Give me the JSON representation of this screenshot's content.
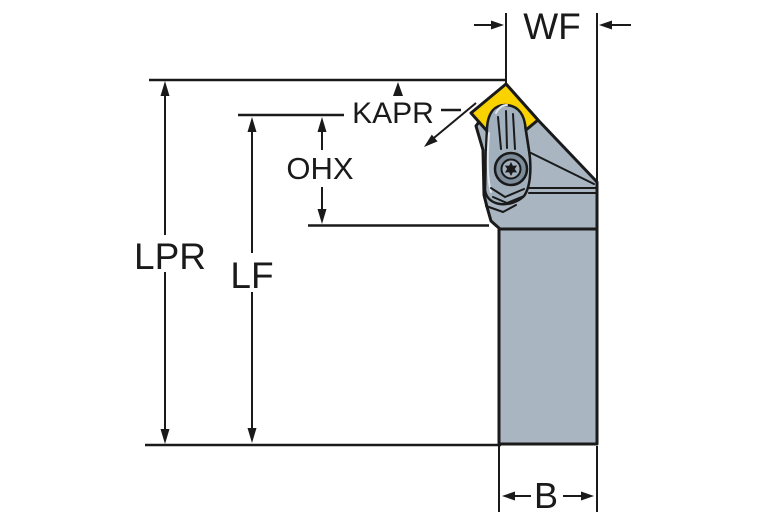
{
  "diagram": {
    "type": "tool-holder-dimensional-drawing",
    "labels": {
      "wf": "WF",
      "kapr": "KAPR",
      "ohx": "OHX",
      "lpr": "LPR",
      "lf": "LF",
      "b": "B"
    }
  },
  "colors": {
    "background": "#ffffff",
    "outline": "#1a1a1a",
    "insert_yellow": "#f9d200",
    "body_gray": "#a9b6c2",
    "clamp_gray": "#a2b0bd",
    "screw_gray": "#7e8d9b",
    "highlight": "#dfe6ec"
  }
}
